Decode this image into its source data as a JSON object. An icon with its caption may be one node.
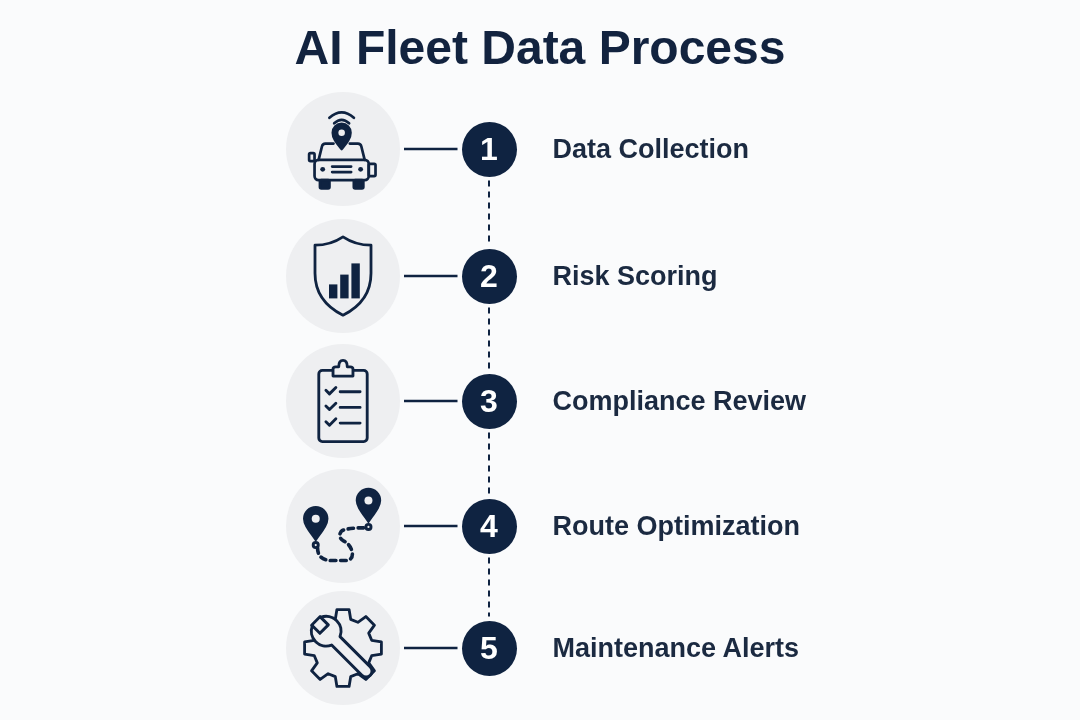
{
  "diagram": {
    "title": "AI Fleet Data Process",
    "nodes": [
      {
        "text": [],
        "shape": "circle"
      },
      {
        "text": [
          "1"
        ],
        "beside": [
          "Data Collection"
        ]
      },
      {
        "text": [],
        "shape": "circle"
      },
      {
        "text": [
          "2"
        ],
        "beside": [
          "Risk Scoring"
        ]
      },
      {
        "text": [],
        "shape": "circle"
      },
      {
        "text": [
          "3"
        ],
        "beside": [
          "Compliance Review"
        ]
      },
      {
        "text": [],
        "shape": "circle"
      },
      {
        "text": [
          "4"
        ],
        "beside": [
          "Route Optimization"
        ]
      },
      {
        "text": [],
        "shape": "circle"
      },
      {
        "text": [
          "5"
        ],
        "beside": [
          "Maintenance Alerts"
        ]
      }
    ],
    "edges": [
      {
        "from": 0,
        "to": 1,
        "arrow": "none"
      },
      {
        "from": 2,
        "to": 3,
        "arrow": "none"
      },
      {
        "from": 4,
        "to": 5,
        "arrow": "none"
      },
      {
        "from": 6,
        "to": 7,
        "arrow": "none"
      },
      {
        "from": 8,
        "to": 9,
        "arrow": "none"
      },
      {
        "from": 1,
        "to": 3,
        "arrow": "none",
        "style": "dashed"
      },
      {
        "from": 3,
        "to": 5,
        "arrow": "none",
        "style": "dashed"
      },
      {
        "from": 5,
        "to": 7,
        "arrow": "none",
        "style": "dashed"
      },
      {
        "from": 7,
        "to": 9,
        "arrow": "none",
        "style": "dashed"
      }
    ]
  }
}
